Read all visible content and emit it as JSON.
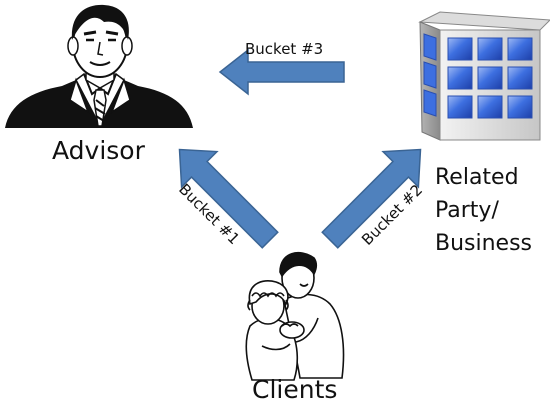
{
  "nodes": {
    "advisor": {
      "label": "Advisor",
      "icon": "advisor-portrait-icon"
    },
    "related_party": {
      "label_lines": [
        "Related",
        "Party/",
        "Business"
      ],
      "icon": "office-building-icon"
    },
    "clients": {
      "label": "Clients",
      "icon": "couple-illustration-icon"
    }
  },
  "arrows": {
    "bucket_1": {
      "label": "Bucket #1",
      "from": "Clients",
      "to": "Advisor"
    },
    "bucket_2": {
      "label": "Bucket #2",
      "from": "Clients",
      "to": "Related Party/Business"
    },
    "bucket_3": {
      "label": "Bucket #3",
      "from": "Related Party/Business",
      "to": "Advisor"
    }
  },
  "colors": {
    "arrow_fill": "#4f81bd",
    "arrow_stroke": "#3a6494",
    "building_glass": "#3d6fe0",
    "building_wall": "#d8d8d8",
    "text": "#111111"
  }
}
